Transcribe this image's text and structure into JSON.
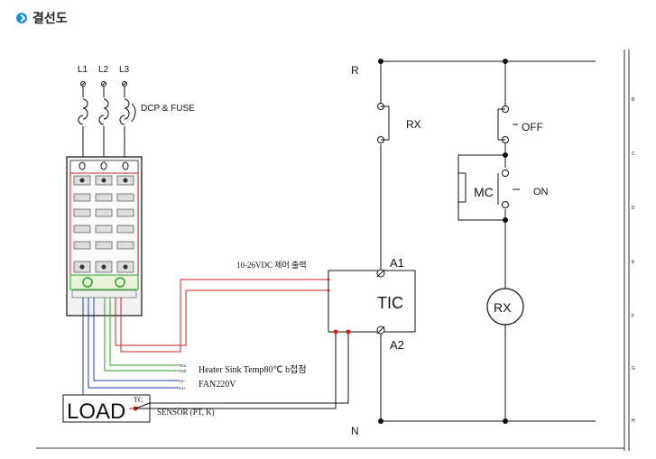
{
  "header": {
    "title": "결선도",
    "icon": "bullet-arrow-icon",
    "icon_color": "#1e90c8"
  },
  "diagram": {
    "phases": [
      "L1",
      "L2",
      "L3"
    ],
    "breaker_label": "DCP & FUSE",
    "control_signal_label": "10-26VDC 제어 출력",
    "control_plus": "+",
    "control_minus": "-",
    "heater_sink_label": "Heater Sink Temp80℃ b접점",
    "fan_label": "FAN220V",
    "ts1": "TS1",
    "ts2": "TS2",
    "a2_minus": "A2-",
    "a1_plus": "A1+",
    "load_label": "LOAD",
    "tc_label": "TC",
    "sensor_label": "SENSOR (PT, K)",
    "tic_label": "TIC",
    "a1_label": "A1",
    "a2_label": "A2",
    "r_label": "R",
    "n_label": "N",
    "rx_contact_label": "RX",
    "off_label": "OFF",
    "on_label": "ON",
    "mc_label": "MC",
    "rx_coil_label": "RX",
    "border_letters": [
      "B",
      "C",
      "D",
      "E",
      "F",
      "G",
      "H"
    ],
    "colors": {
      "red_wire": "#d02020",
      "green_wire": "#2aa02a",
      "blue_wire": "#1a3fb0",
      "module_body": "#f2f2f2"
    }
  }
}
